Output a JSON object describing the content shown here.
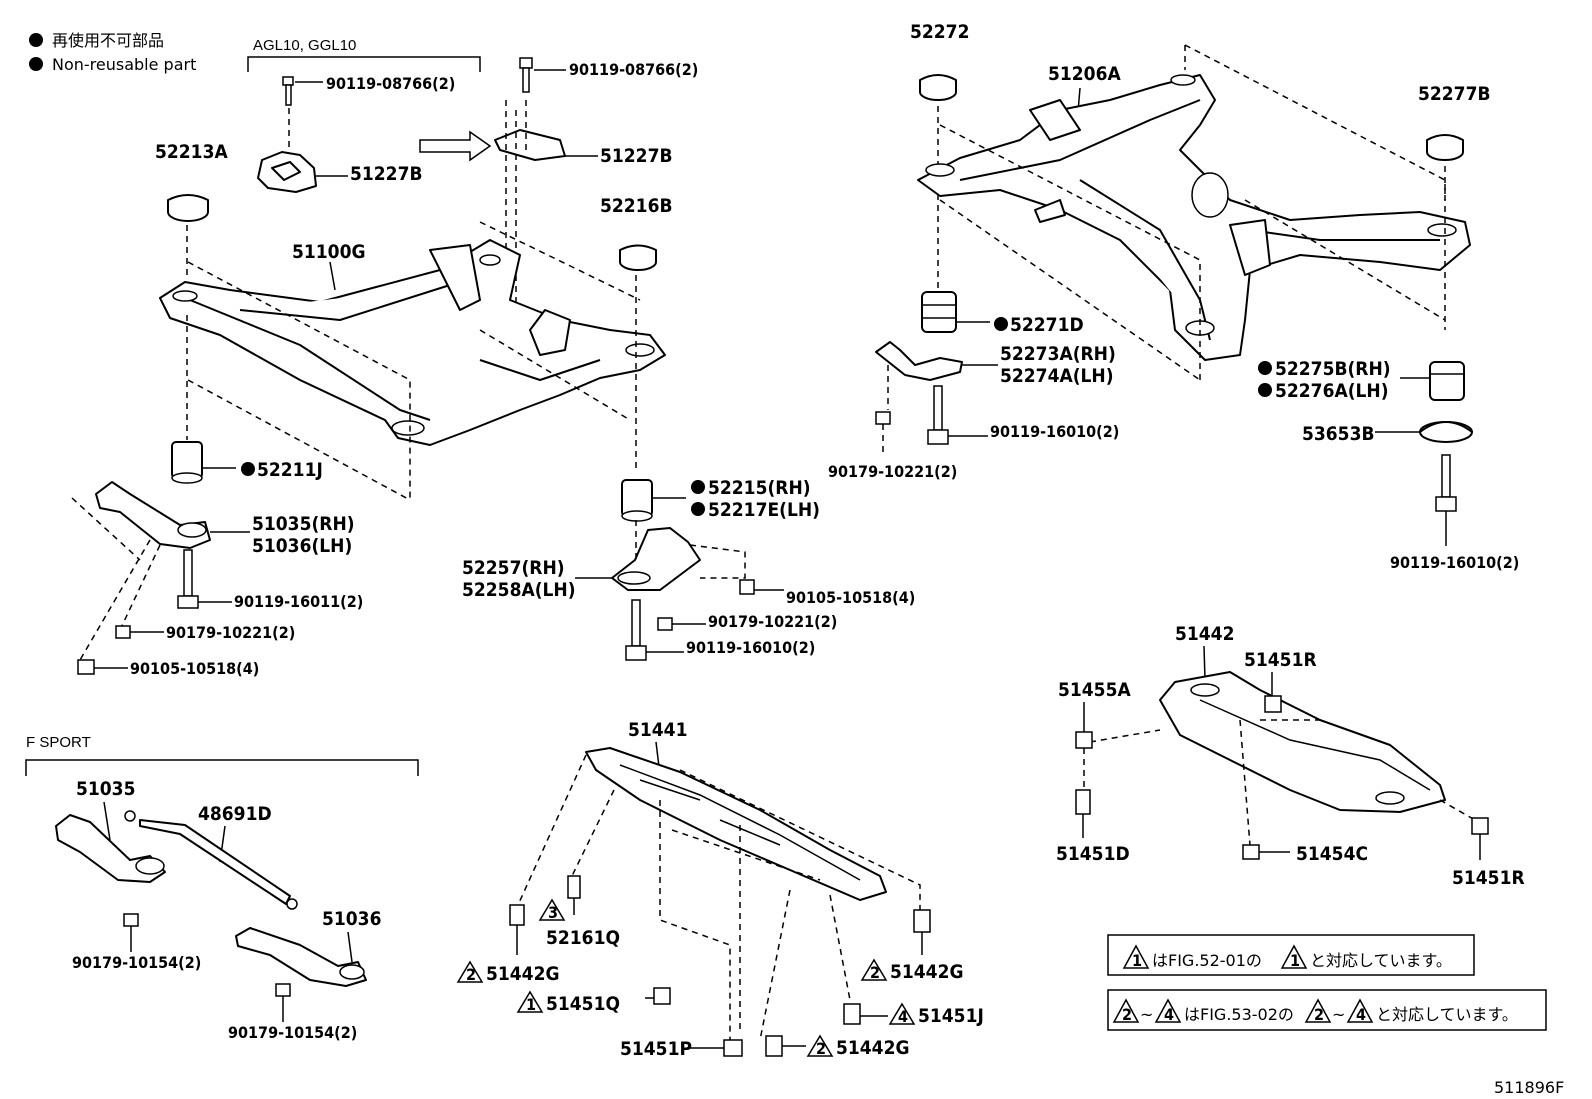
{
  "legend": {
    "line1": "再使用不可部品",
    "line2": "Non-reusable part"
  },
  "groups": {
    "agl": "AGL10, GGL10",
    "fsport": "F SPORT"
  },
  "parts": {
    "p90119_08766_a": "90119-08766(2)",
    "p51227b_a": "51227B",
    "p90119_08766_b": "90119-08766(2)",
    "p51227b_b": "51227B",
    "p52213a": "52213A",
    "p51100g": "51100G",
    "p52216b": "52216B",
    "p52211j": "52211J",
    "p51035rh": "51035(RH)",
    "p51036lh": "51036(LH)",
    "p90119_16011": "90119-16011(2)",
    "p90179_10221_a": "90179-10221(2)",
    "p90105_10518_a": "90105-10518(4)",
    "p52215rh": "52215(RH)",
    "p52217elh": "52217E(LH)",
    "p52257rh": "52257(RH)",
    "p52258alh": "52258A(LH)",
    "p90105_10518_b": "90105-10518(4)",
    "p90179_10221_b": "90179-10221(2)",
    "p90119_16010_a": "90119-16010(2)",
    "p52272": "52272",
    "p51206a": "51206A",
    "p52277b": "52277B",
    "p52271d": "52271D",
    "p52273arh": "52273A(RH)",
    "p52274alh": "52274A(LH)",
    "p90119_16010_b": "90119-16010(2)",
    "p90179_10221_c": "90179-10221(2)",
    "p52275brh": "52275B(RH)",
    "p52276alh": "52276A(LH)",
    "p53653b": "53653B",
    "p90119_16010_c": "90119-16010(2)",
    "p51035": "51035",
    "p48691d": "48691D",
    "p51036": "51036",
    "p90179_10154_a": "90179-10154(2)",
    "p90179_10154_b": "90179-10154(2)",
    "p51441": "51441",
    "p51442g_a": "51442G",
    "p52161q": "52161Q",
    "p51451q": "51451Q",
    "p51451p": "51451P",
    "p51442g_b": "51442G",
    "p51451j": "51451J",
    "p51442g_c": "51442G",
    "p51442": "51442",
    "p51451r_a": "51451R",
    "p51455a": "51455A",
    "p51451d": "51451D",
    "p51454c": "51454C",
    "p51451r_b": "51451R"
  },
  "tri": {
    "n1": "1",
    "n2": "2",
    "n3": "3",
    "n4": "4"
  },
  "notes": {
    "note1_mid": "はFIG.52-01の",
    "note1_end": "と対応しています。",
    "note2_mid": "はFIG.53-02の",
    "note2_end": "と対応しています。",
    "tilde": "~"
  },
  "figure_id": "511896F"
}
